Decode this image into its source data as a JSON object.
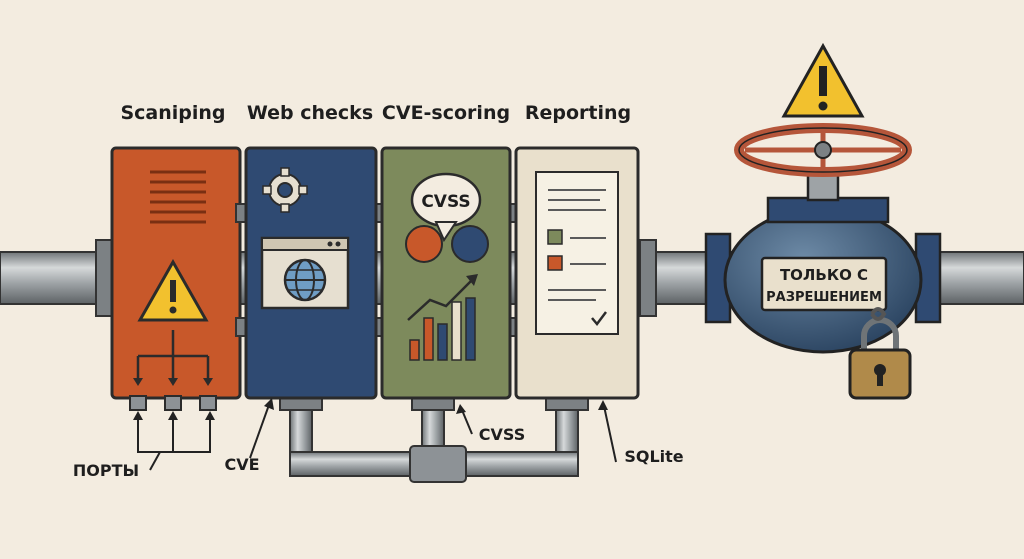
{
  "modules": [
    {
      "title": "Scaniping",
      "color": "#c8582a"
    },
    {
      "title": "Web checks",
      "color": "#2f4a72"
    },
    {
      "title": "CVE-scoring",
      "color": "#7d8a5c"
    },
    {
      "title": "Reporting",
      "color": "#e9e0cc"
    }
  ],
  "cvss_badge": "CVSS",
  "callouts": {
    "ports": "ПОРТЫ",
    "cve": "CVE",
    "cvss": "CVSS",
    "sqlite": "SQLite"
  },
  "valve": {
    "line1": "ТОЛЬКО С",
    "line2": "РАЗРЕШЕНИЕМ"
  },
  "colors": {
    "pipe": "#9ea3a6",
    "valve_body": "#3c5a78",
    "wheel": "#b5563a",
    "lock": "#b08a4a",
    "warning": "#f2c12e"
  }
}
